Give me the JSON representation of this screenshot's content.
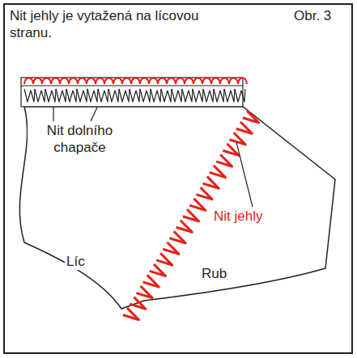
{
  "diagram": {
    "title": "Nit jehly je vytažená na lícovou stranu.",
    "labels": [
      "Obr. 3",
      "Nit dolního chapače",
      "Nit jehly",
      "Líc",
      "Rub"
    ]
  }
}
